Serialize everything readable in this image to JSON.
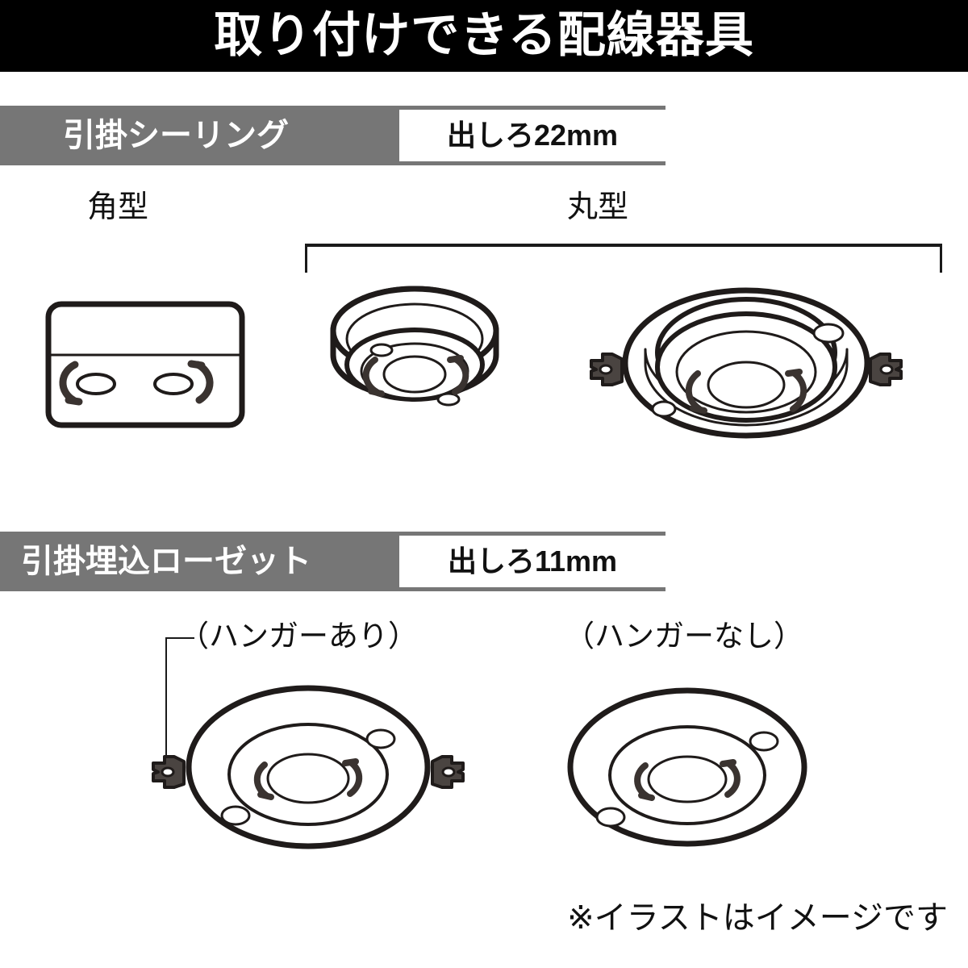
{
  "header": {
    "title": "取り付けできる配線器具",
    "title_bg": "#000000",
    "title_color": "#ffffff"
  },
  "sections": [
    {
      "id": "ceiling",
      "label": "引掛シーリング",
      "badge": "出しろ22mm",
      "band_color": "#767676",
      "sub_labels": [
        {
          "id": "square",
          "text": "角型"
        },
        {
          "id": "round",
          "text": "丸型"
        }
      ],
      "items": [
        {
          "id": "square-ceiling",
          "type": "square-rosette-body",
          "group": "角型"
        },
        {
          "id": "round-small-ceiling",
          "type": "round-cylinder-body",
          "group": "丸型"
        },
        {
          "id": "round-large-ceiling",
          "type": "round-dome-with-hangers",
          "group": "丸型"
        }
      ]
    },
    {
      "id": "rosette",
      "label": "引掛埋込ローゼット",
      "badge": "出しろ11mm",
      "band_color": "#767676",
      "sub_labels": [
        {
          "id": "hanger-yes",
          "text": "（ハンガーあり）"
        },
        {
          "id": "hanger-no",
          "text": "（ハンガーなし）"
        }
      ],
      "items": [
        {
          "id": "rosette-hanger-yes",
          "type": "flat-disc-with-hangers"
        },
        {
          "id": "rosette-hanger-no",
          "type": "flat-disc-plain"
        }
      ]
    }
  ],
  "footer": {
    "note": "※イラストはイメージです"
  },
  "colors": {
    "ink": "#1a1a1a",
    "band_gray": "#767676",
    "badge_white": "#ffffff",
    "page_bg": "#ffffff",
    "hanger_fill": "#4a4441"
  }
}
